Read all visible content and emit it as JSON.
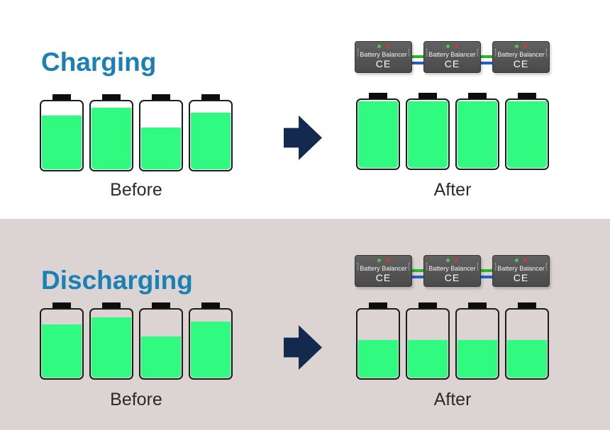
{
  "page": {
    "background_top": "#FFFFFF",
    "background_bottom": "#DCD3D3"
  },
  "balancer": {
    "label": "Battery Balancer",
    "certification": "CE",
    "left_bracket": "]",
    "right_bracket": "[",
    "count_per_row": 3,
    "led_colors": [
      "#55C24E",
      "#CC3B30"
    ],
    "wire_colors": {
      "top": "#2AB527",
      "bottom": "#2060C8"
    }
  },
  "sections": [
    {
      "id": "charging",
      "title": "Charging",
      "before_label": "Before",
      "after_label": "After",
      "before_levels_pct": [
        78,
        90,
        61,
        82
      ],
      "after_levels_pct": [
        97,
        97,
        97,
        97
      ]
    },
    {
      "id": "discharging",
      "title": "Discharging",
      "before_label": "Before",
      "after_label": "After",
      "before_levels_pct": [
        77,
        88,
        60,
        81
      ],
      "after_levels_pct": [
        55,
        55,
        55,
        55
      ]
    }
  ],
  "colors": {
    "title_blue": "#1B80B4",
    "battery_green": "#30FA80",
    "battery_border": "#1C1C1C",
    "arrow_navy": "#14294E",
    "balancer_gray": "#575757",
    "label_text": "#2B2B2B"
  }
}
